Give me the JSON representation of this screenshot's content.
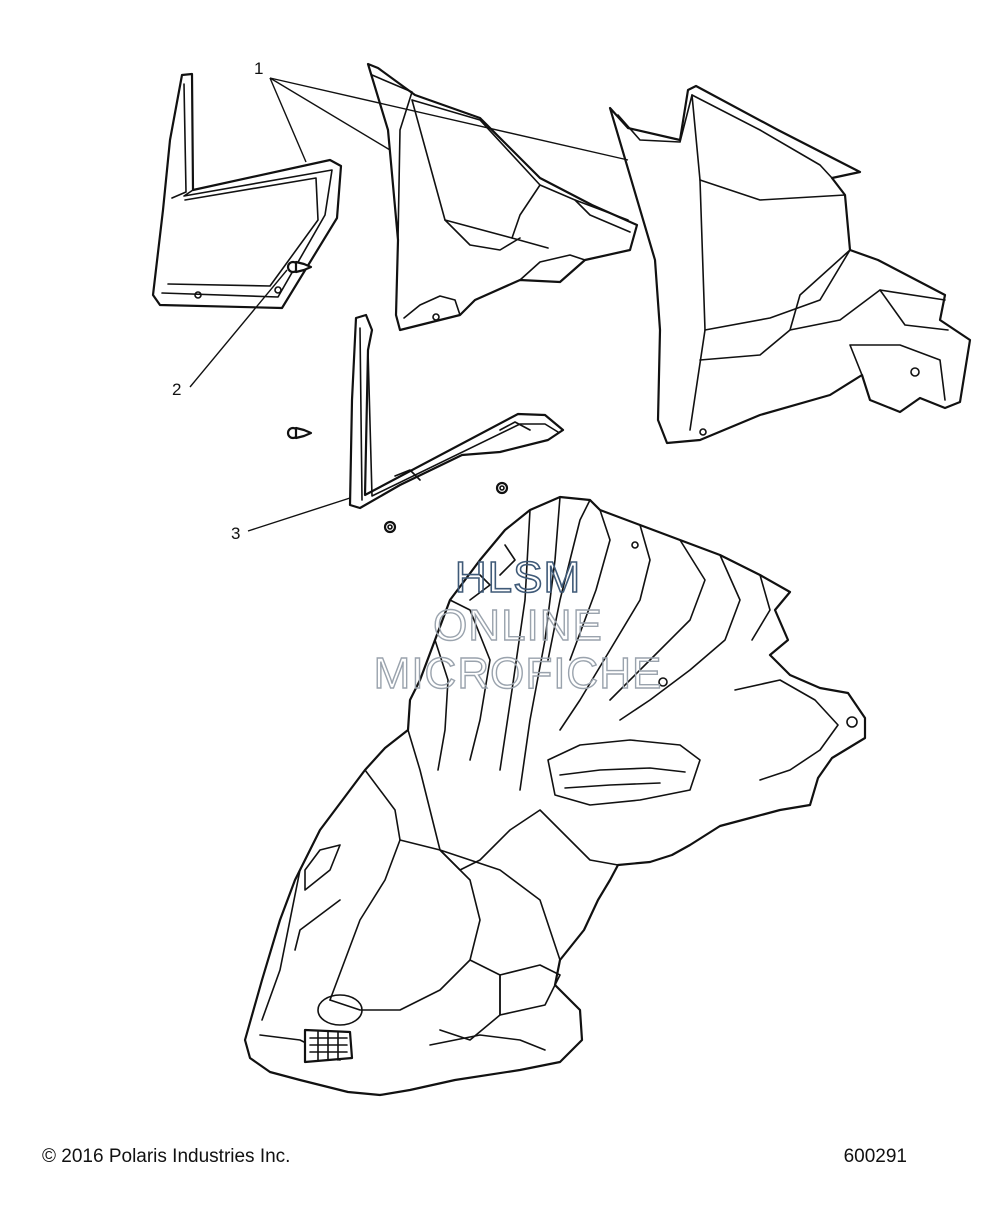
{
  "diagram": {
    "callouts": [
      {
        "id": "1",
        "label": "1"
      },
      {
        "id": "2",
        "label": "2"
      },
      {
        "id": "3",
        "label": "3"
      }
    ],
    "watermark": [
      "HLSM",
      "ONLINE",
      "MICROFICHE"
    ],
    "colors": {
      "line": "#111111",
      "background": "#ffffff",
      "watermark": "#9aa3ad",
      "watermark_title": "#3f5a78"
    }
  },
  "footer": {
    "copyright": "© 2016 Polaris Industries Inc.",
    "figure_number": "600291"
  }
}
